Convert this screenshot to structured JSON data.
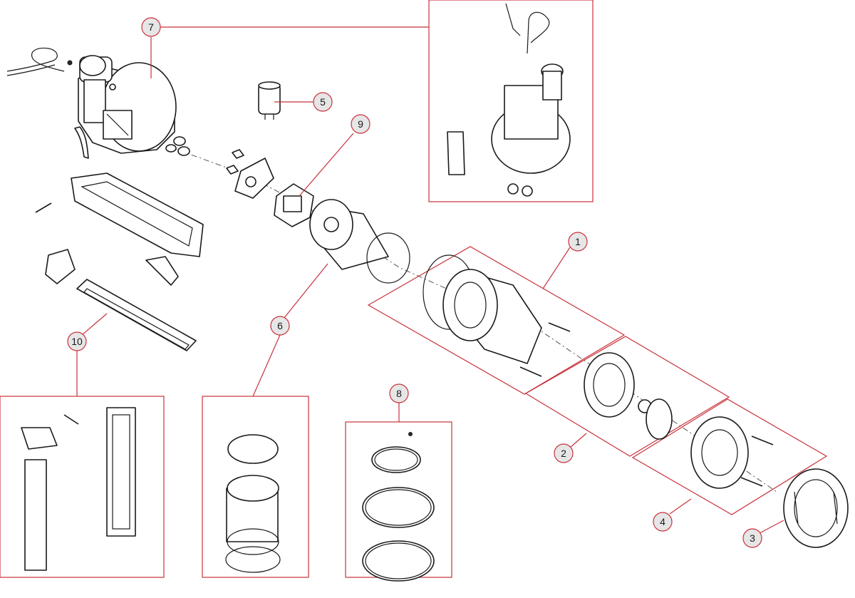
{
  "callouts": [
    {
      "id": "1",
      "label": "1"
    },
    {
      "id": "2",
      "label": "2"
    },
    {
      "id": "3",
      "label": "3"
    },
    {
      "id": "4",
      "label": "4"
    },
    {
      "id": "5",
      "label": "5"
    },
    {
      "id": "6",
      "label": "6"
    },
    {
      "id": "7",
      "label": "7"
    },
    {
      "id": "8",
      "label": "8"
    },
    {
      "id": "9",
      "label": "9"
    },
    {
      "id": "10",
      "label": "10"
    }
  ],
  "colors": {
    "callout_stroke": "#c8323c",
    "callout_fill": "#e6e6e6",
    "line_art": "#1a1a1a",
    "background": "#ffffff"
  }
}
